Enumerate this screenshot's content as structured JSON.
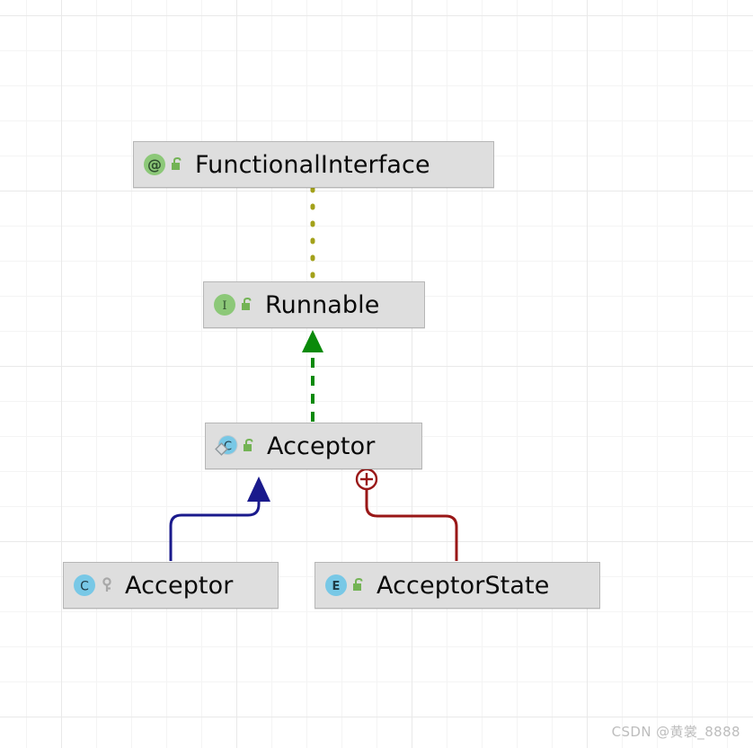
{
  "diagram": {
    "type": "uml-class-diagram",
    "background": {
      "grid": "on",
      "minor_grid_color": "#f4f4f4",
      "major_grid_color": "#e9e9e9"
    },
    "nodes": [
      {
        "id": "functional-interface",
        "label": "FunctionalInterface",
        "kind_icon": "annotation-at-icon",
        "kind_letter": "@",
        "kind_color": "#8cc878",
        "visibility_icon": "public-unlocked-icon",
        "visibility_color": "#73b355"
      },
      {
        "id": "runnable",
        "label": "Runnable",
        "kind_icon": "interface-icon",
        "kind_letter": "I",
        "kind_color": "#8cc878",
        "visibility_icon": "public-unlocked-icon",
        "visibility_color": "#73b355"
      },
      {
        "id": "acceptor-abstract",
        "label": "Acceptor",
        "kind_icon": "abstract-class-icon",
        "kind_letter": "C",
        "kind_color": "#78c8e6",
        "visibility_icon": "public-unlocked-icon",
        "visibility_color": "#73b355"
      },
      {
        "id": "acceptor-inner",
        "label": "Acceptor",
        "kind_icon": "class-icon",
        "kind_letter": "C",
        "kind_color": "#78c8e6",
        "visibility_icon": "private-key-icon",
        "visibility_color": "#a8a8a8"
      },
      {
        "id": "acceptor-state",
        "label": "AcceptorState",
        "kind_icon": "enum-icon",
        "kind_letter": "E",
        "kind_color": "#78c8e6",
        "visibility_icon": "public-unlocked-icon",
        "visibility_color": "#73b355"
      }
    ],
    "edges": [
      {
        "id": "annotation-edge",
        "from": "functional-interface",
        "to": "runnable",
        "style": "dotted",
        "color": "#a3a11a",
        "arrow": "none",
        "relation": "annotated-by"
      },
      {
        "id": "implements-edge",
        "from": "acceptor-abstract",
        "to": "runnable",
        "style": "dashed",
        "color": "#0a8a0a",
        "arrow": "filled-triangle",
        "relation": "implements"
      },
      {
        "id": "inner-class-edge",
        "from": "acceptor-inner",
        "to": "acceptor-abstract",
        "style": "solid",
        "color": "#1a1a8c",
        "arrow": "filled-triangle",
        "relation": "extends"
      },
      {
        "id": "nested-edge",
        "from": "acceptor-state",
        "to": "acceptor-abstract",
        "style": "solid",
        "color": "#991717",
        "arrow": "circled-plus",
        "relation": "nested-in"
      }
    ]
  },
  "watermark": {
    "text": "CSDN @黄裳_8888"
  }
}
